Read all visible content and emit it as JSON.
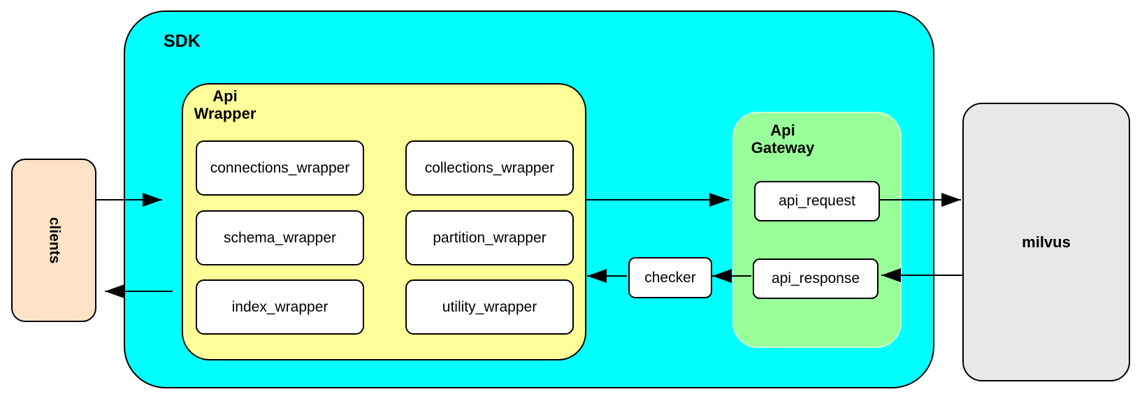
{
  "colors": {
    "canvas_bg": "#ffffff",
    "stroke": "#000000",
    "clients_fill": "#ffe3c6",
    "sdk_fill": "#00ffff",
    "api_wrapper_fill": "#ffff99",
    "api_gateway_fill": "#99ff99",
    "milvus_fill": "#e8e8e8",
    "inner_box_fill": "#ffffff"
  },
  "nodes": {
    "clients": {
      "label": "clients"
    },
    "sdk": {
      "label": "SDK"
    },
    "api_wrapper": {
      "label_top": "Api",
      "label_bottom": "Wrapper",
      "children": [
        {
          "label": "connections_wrapper"
        },
        {
          "label": "collections_wrapper"
        },
        {
          "label": "schema_wrapper"
        },
        {
          "label": "partition_wrapper"
        },
        {
          "label": "index_wrapper"
        },
        {
          "label": "utility_wrapper"
        }
      ]
    },
    "checker": {
      "label": "checker"
    },
    "api_gateway": {
      "label_top": "Api",
      "label_bottom": "Gateway",
      "children": [
        {
          "label": "api_request"
        },
        {
          "label": "api_response"
        }
      ]
    },
    "milvus": {
      "label": "milvus"
    }
  },
  "edges": [
    {
      "id": "edge-clients-to-api-wrapper",
      "from": "clients",
      "to": "api_wrapper",
      "direction": "right"
    },
    {
      "id": "edge-sdk-to-clients",
      "from": "api_wrapper",
      "to": "clients",
      "direction": "left"
    },
    {
      "id": "edge-api-wrapper-to-api-request",
      "from": "api_wrapper",
      "to": "api_request",
      "direction": "right"
    },
    {
      "id": "edge-api-request-to-milvus",
      "from": "api_request",
      "to": "milvus",
      "direction": "right"
    },
    {
      "id": "edge-milvus-to-api-response",
      "from": "milvus",
      "to": "api_response",
      "direction": "left"
    },
    {
      "id": "edge-api-response-to-checker",
      "from": "api_response",
      "to": "checker",
      "direction": "left"
    },
    {
      "id": "edge-checker-to-api-wrapper",
      "from": "checker",
      "to": "api_wrapper",
      "direction": "left"
    }
  ]
}
